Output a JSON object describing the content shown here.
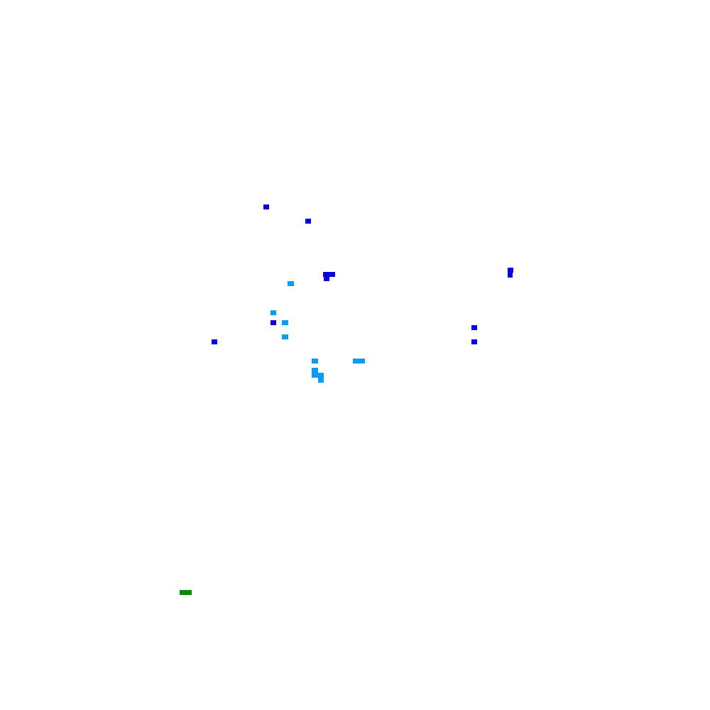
{
  "palette": {
    "background": "#ffffff",
    "blue": "#0a00e0",
    "light_blue": "#0a9cf5",
    "green": "#0a8a0a"
  },
  "marks": {
    "blue_count": 14,
    "light_blue_count": 10,
    "green_count": 1
  }
}
